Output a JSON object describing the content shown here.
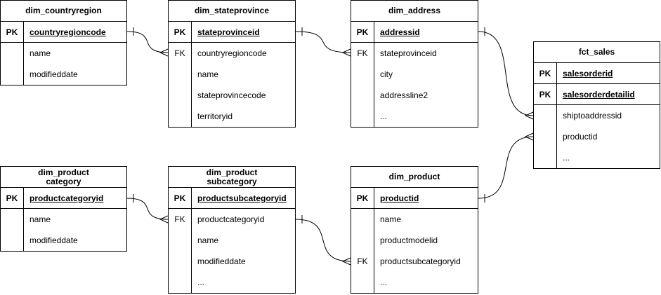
{
  "colors": {
    "background": "#ffffff",
    "line": "#000000",
    "text": "#000000"
  },
  "tables": [
    {
      "title": "dim_countryregion",
      "rows": [
        {
          "key": "PK",
          "field": "countryregioncode"
        },
        {
          "key": "",
          "field": "name"
        },
        {
          "key": "",
          "field": "modifieddate"
        }
      ]
    },
    {
      "title": "dim_stateprovince",
      "rows": [
        {
          "key": "PK",
          "field": "stateprovinceid"
        },
        {
          "key": "FK",
          "field": "countryregioncode"
        },
        {
          "key": "",
          "field": "name"
        },
        {
          "key": "",
          "field": "stateprovincecode"
        },
        {
          "key": "",
          "field": "territoryid"
        }
      ]
    },
    {
      "title": "dim_address",
      "rows": [
        {
          "key": "PK",
          "field": "addressid"
        },
        {
          "key": "FK",
          "field": "stateprovinceid"
        },
        {
          "key": "",
          "field": "city"
        },
        {
          "key": "",
          "field": "addressline2"
        },
        {
          "key": "",
          "field": "..."
        }
      ]
    },
    {
      "title": "fct_sales",
      "rows": [
        {
          "key": "PK",
          "field": "salesorderid"
        },
        {
          "key": "PK",
          "field": "salesorderdetailid"
        },
        {
          "key": "",
          "field": "shiptoaddressid"
        },
        {
          "key": "",
          "field": "productid"
        },
        {
          "key": "",
          "field": "..."
        }
      ]
    },
    {
      "title": "dim_product\ncategory",
      "rows": [
        {
          "key": "PK",
          "field": "productcategoryid"
        },
        {
          "key": "",
          "field": "name"
        },
        {
          "key": "",
          "field": "modifieddate"
        }
      ]
    },
    {
      "title": "dim_product\nsubcategory",
      "rows": [
        {
          "key": "PK",
          "field": "productsubcategoryid"
        },
        {
          "key": "FK",
          "field": "productcategoryid"
        },
        {
          "key": "",
          "field": "name"
        },
        {
          "key": "",
          "field": "modifieddate"
        },
        {
          "key": "",
          "field": "..."
        }
      ]
    },
    {
      "title": "dim_product",
      "rows": [
        {
          "key": "PK",
          "field": "productid"
        },
        {
          "key": "",
          "field": "name"
        },
        {
          "key": "",
          "field": "productmodelid"
        },
        {
          "key": "FK",
          "field": "productsubcategoryid"
        },
        {
          "key": "",
          "field": "..."
        }
      ]
    }
  ],
  "relations": [
    {
      "from_table": "dim_countryregion",
      "from_field": "countryregioncode",
      "to_table": "dim_stateprovince",
      "to_field": "countryregioncode",
      "from_cardinality": "one",
      "to_cardinality": "many"
    },
    {
      "from_table": "dim_stateprovince",
      "from_field": "stateprovinceid",
      "to_table": "dim_address",
      "to_field": "stateprovinceid",
      "from_cardinality": "one",
      "to_cardinality": "many"
    },
    {
      "from_table": "dim_address",
      "from_field": "addressid",
      "to_table": "fct_sales",
      "to_field": "shiptoaddressid",
      "from_cardinality": "one",
      "to_cardinality": "many"
    },
    {
      "from_table": "dim_product",
      "from_field": "productid",
      "to_table": "fct_sales",
      "to_field": "productid",
      "from_cardinality": "one",
      "to_cardinality": "many"
    },
    {
      "from_table": "dim_product category",
      "from_field": "productcategoryid",
      "to_table": "dim_product subcategory",
      "to_field": "productcategoryid",
      "from_cardinality": "one",
      "to_cardinality": "many"
    },
    {
      "from_table": "dim_product subcategory",
      "from_field": "productsubcategoryid",
      "to_table": "dim_product",
      "to_field": "productsubcategoryid",
      "from_cardinality": "one",
      "to_cardinality": "many"
    }
  ]
}
